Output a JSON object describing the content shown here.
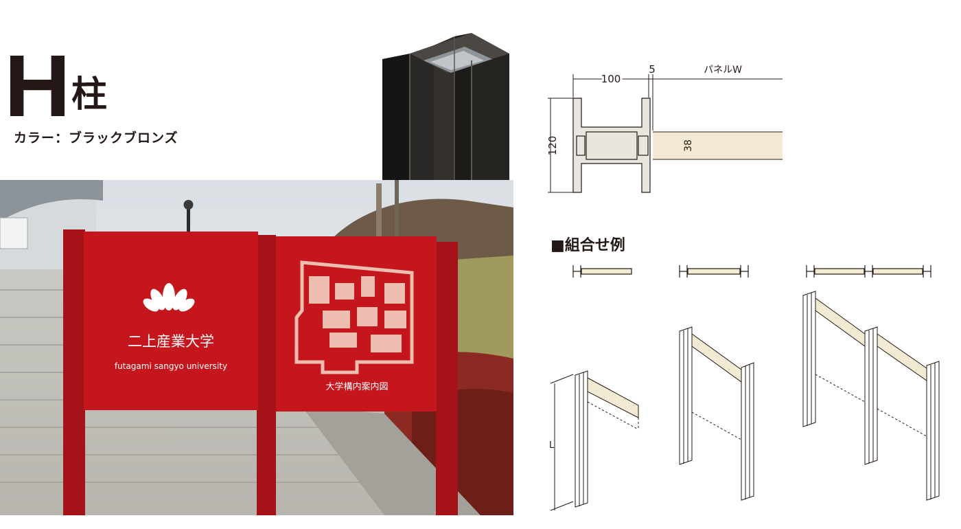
{
  "header": {
    "title_letter": "H",
    "title_kanji": "柱",
    "color_line": "カラー：ブラックブロンズ"
  },
  "sign": {
    "university_jp": "二上産業大学",
    "university_en": "futagami sangyo university",
    "map_caption": "大学構内案内図"
  },
  "dimensions": {
    "width_100": "100",
    "gap_5": "5",
    "panel_w": "パネルW",
    "height_120": "120",
    "panel_38": "38"
  },
  "combinations": {
    "heading": "■組合せ例",
    "length_label": "L"
  },
  "colors": {
    "sign_red": "#c4161c",
    "panel_cream": "#f3ead3",
    "bronze": "#1f1d1a"
  }
}
